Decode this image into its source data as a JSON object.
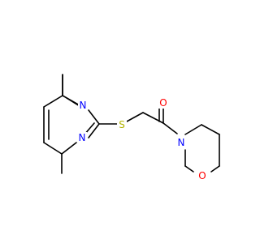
{
  "atoms": [
    {
      "id": "n_ring_top",
      "label": "N",
      "color": "#0000ff"
    },
    {
      "id": "n_ring_bottom",
      "label": "N",
      "color": "#0000ff"
    },
    {
      "id": "s_thioether",
      "label": "S",
      "color": "#b2b200"
    },
    {
      "id": "o_carbonyl",
      "label": "O",
      "color": "#ff0000"
    },
    {
      "id": "n_morpholine",
      "label": "N",
      "color": "#0000ff"
    },
    {
      "id": "o_morpholine",
      "label": "O",
      "color": "#ff0000"
    }
  ]
}
